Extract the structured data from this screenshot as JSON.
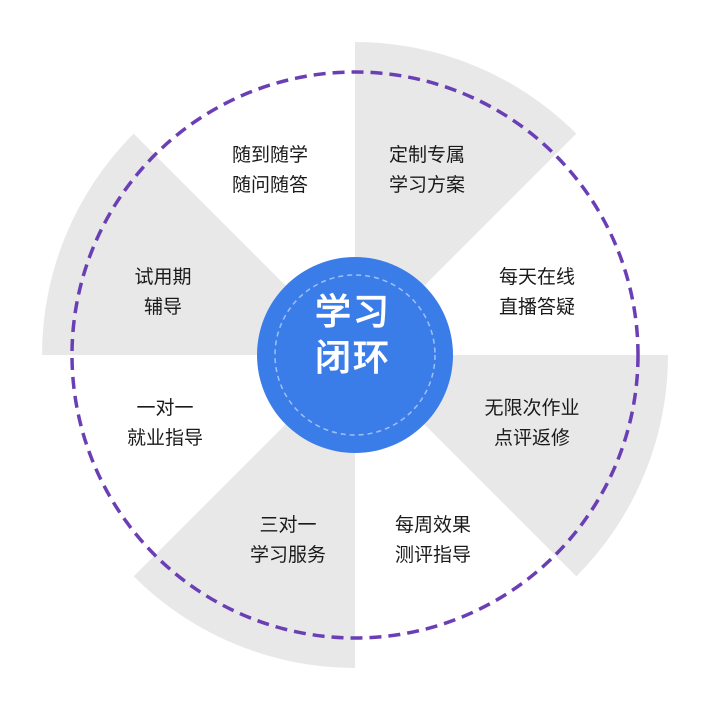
{
  "center": {
    "line1": "学习",
    "line2": "闭环"
  },
  "segments": [
    {
      "line1": "定制专属",
      "line2": "学习方案"
    },
    {
      "line1": "每天在线",
      "line2": "直播答疑"
    },
    {
      "line1": "无限次作业",
      "line2": "点评返修"
    },
    {
      "line1": "每周效果",
      "line2": "测评指导"
    },
    {
      "line1": "三对一",
      "line2": "学习服务"
    },
    {
      "line1": "一对一",
      "line2": "就业指导"
    },
    {
      "line1": "试用期",
      "line2": "辅导"
    },
    {
      "line1": "随到随学",
      "line2": "随问随答"
    }
  ],
  "colors": {
    "highlight_fill": "#e8e8e8",
    "dashed_ring": "#6a3fb5",
    "center_fill": "#3b7de8",
    "center_inner_dash": "#9fc0f5"
  }
}
